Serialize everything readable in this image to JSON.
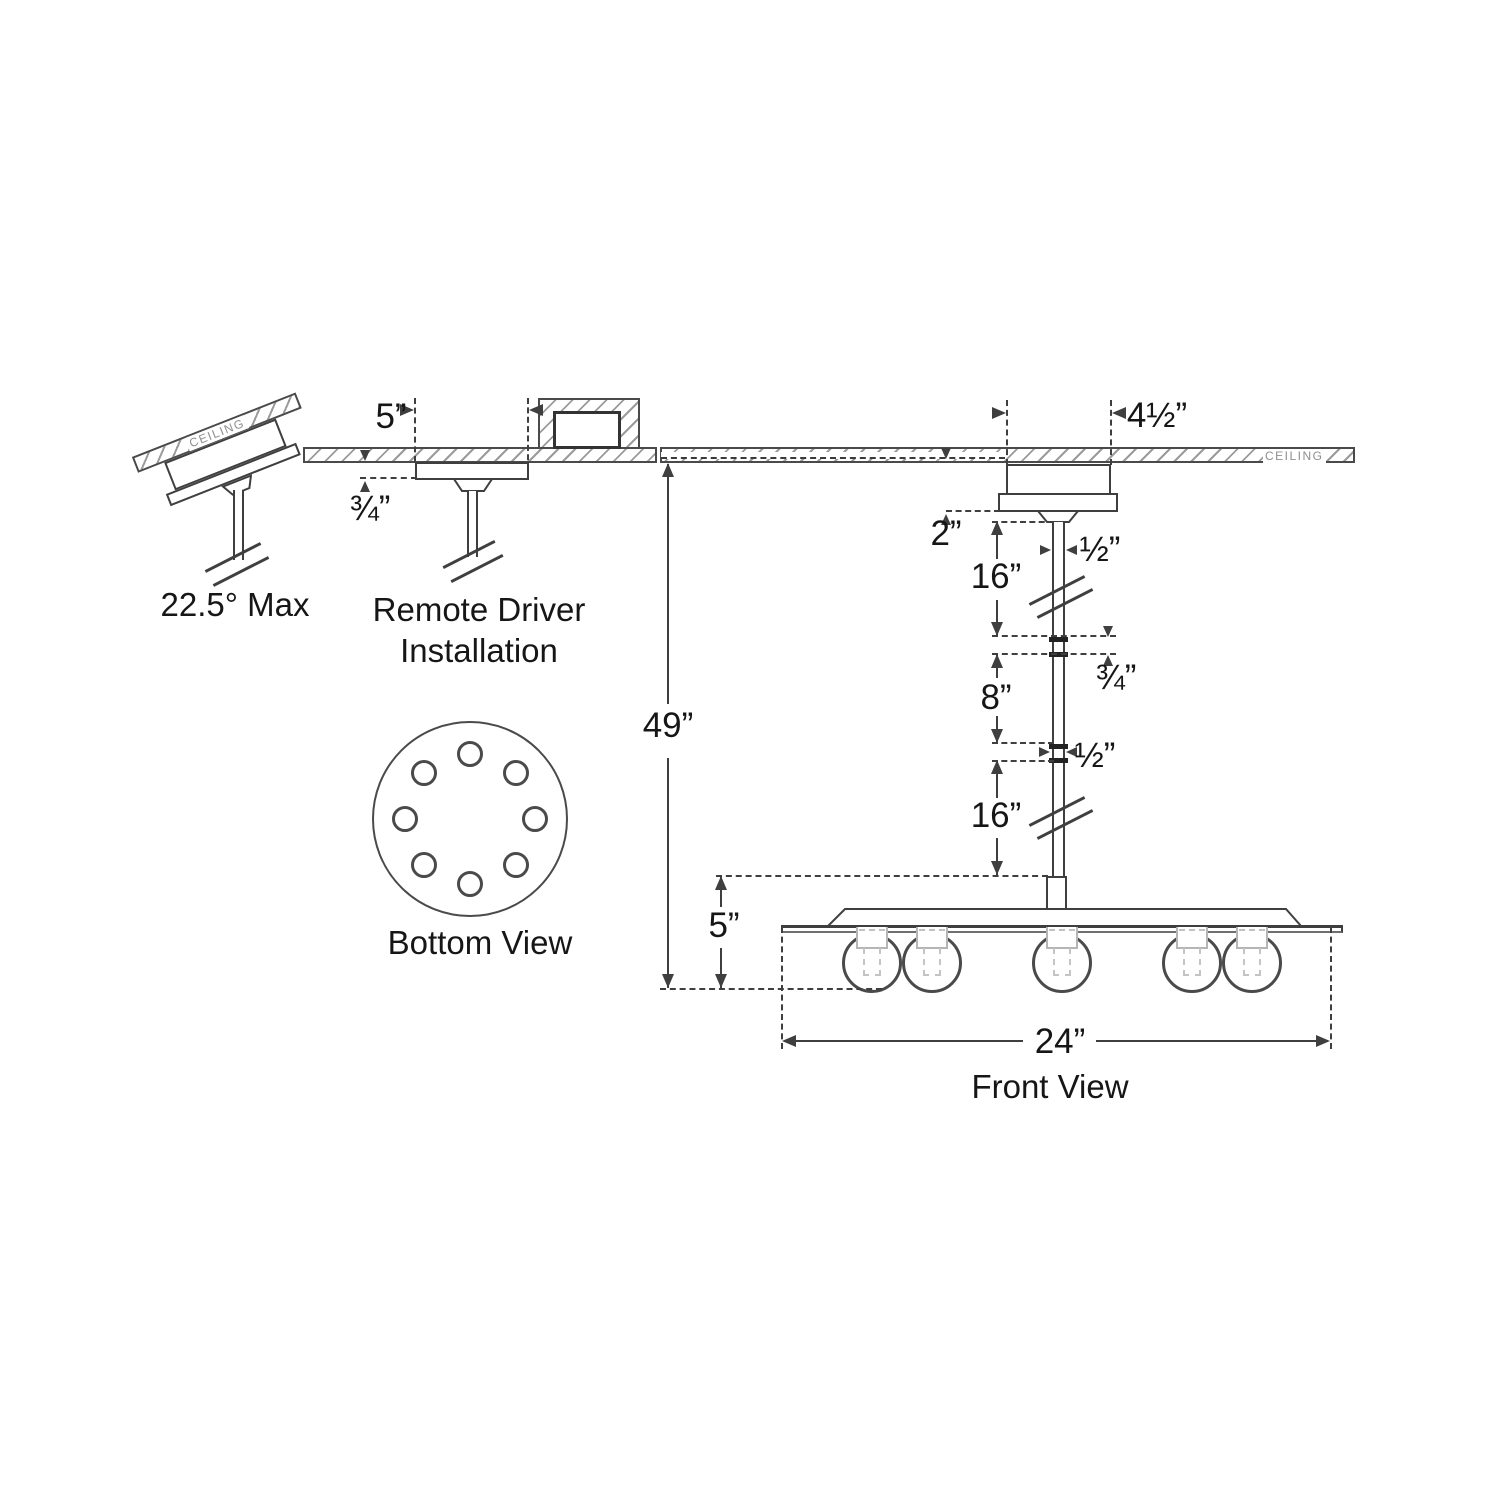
{
  "tilt": {
    "caption": "22.5° Max",
    "ceiling_label": "CEILING"
  },
  "remote": {
    "caption_line1": "Remote Driver",
    "caption_line2": "Installation",
    "dims": {
      "width": "5”",
      "drop": "¾”"
    }
  },
  "bottom_view": {
    "caption": "Bottom View"
  },
  "front": {
    "caption": "Front View",
    "ceiling_label": "CEILING",
    "dims": {
      "canopy_width": "4½”",
      "canopy_drop": "2”",
      "rod_diameter": "½”",
      "upper_rod": "16”",
      "coupling_upper": "¾”",
      "middle_rod": "8”",
      "coupling_lower": "½”",
      "lower_rod": "16”",
      "overall_drop": "49”",
      "fixture_height": "5”",
      "fixture_width": "24”"
    }
  }
}
